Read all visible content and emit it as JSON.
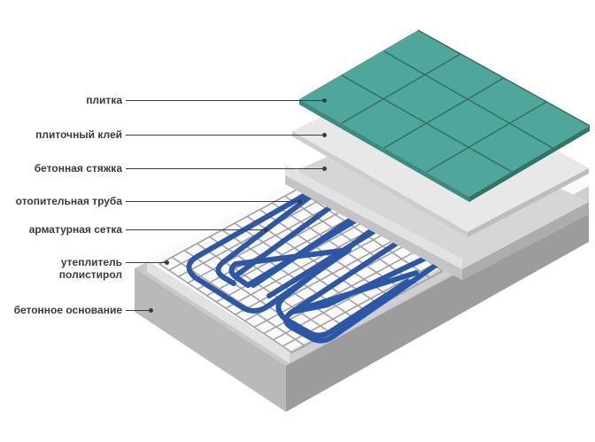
{
  "labels": {
    "tile": "плитка",
    "tile_adhesive": "плиточный клей",
    "screed": "бетонная стяжка",
    "heating_pipe": "отопительная труба",
    "mesh": "арматурная сетка",
    "insulation_line1": "утеплитель",
    "insulation_line2": "полистирол",
    "base": "бетонное основание"
  },
  "colors": {
    "tile": "#4fa69a",
    "tile_grout": "#2f6f63",
    "pipe": "#2c56a8",
    "concrete": "#d2d2d2",
    "insulation": "#f0f0f0",
    "mesh": "#9a9a9a"
  }
}
